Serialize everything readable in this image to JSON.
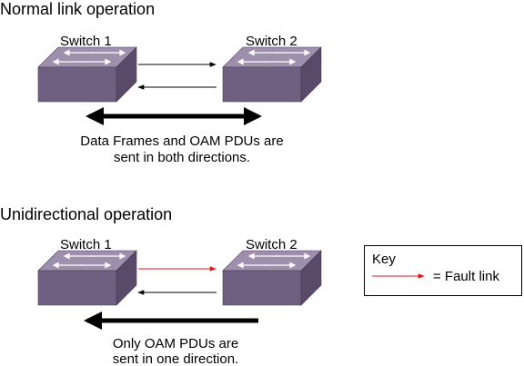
{
  "colors": {
    "switch_top": "#9e8fad",
    "switch_front": "#6f5f80",
    "switch_side": "#5a4a6a",
    "fault": "#e8141a",
    "normal_link": "#000000"
  },
  "sections": {
    "normal": {
      "title": "Normal link operation",
      "switch1_label": "Switch 1",
      "switch2_label": "Switch 2",
      "caption_line1": "Data Frames and OAM PDUs are",
      "caption_line2": "sent in both directions."
    },
    "unidirectional": {
      "title": "Unidirectional operation",
      "switch1_label": "Switch 1",
      "switch2_label": "Switch 2",
      "caption_line1": "Only OAM PDUs are",
      "caption_line2": "sent in one direction."
    }
  },
  "key": {
    "title": "Key",
    "fault_label": "= Fault link"
  }
}
